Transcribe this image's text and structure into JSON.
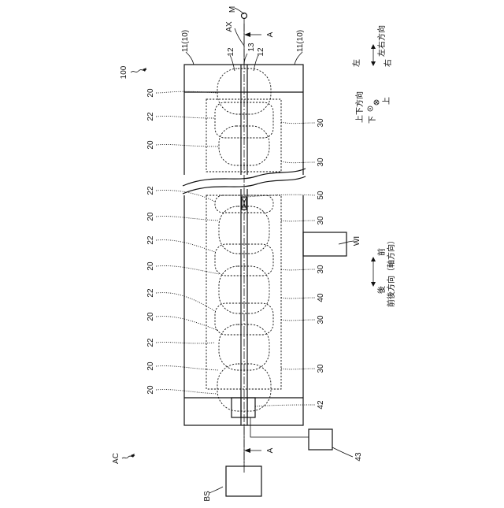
{
  "figure": {
    "label_100": "100",
    "label_AC": "AC",
    "label_M": "M",
    "label_AX": "AX",
    "label_13": "13",
    "label_12": "12",
    "label_11": "11(10)",
    "label_A": "A",
    "label_20": "20",
    "label_22": "22",
    "label_30": "30",
    "label_40": "40",
    "label_42": "42",
    "label_43": "43",
    "label_50": "50",
    "label_WI": "WI",
    "label_BS": "BS"
  },
  "directions": {
    "left_right_title": "左右方向",
    "left": "左",
    "right": "右",
    "up_down_title": "上下方向",
    "up": "上",
    "down": "下",
    "front_back_title": "前後方向（軸方向）",
    "front": "前",
    "back": "後"
  }
}
